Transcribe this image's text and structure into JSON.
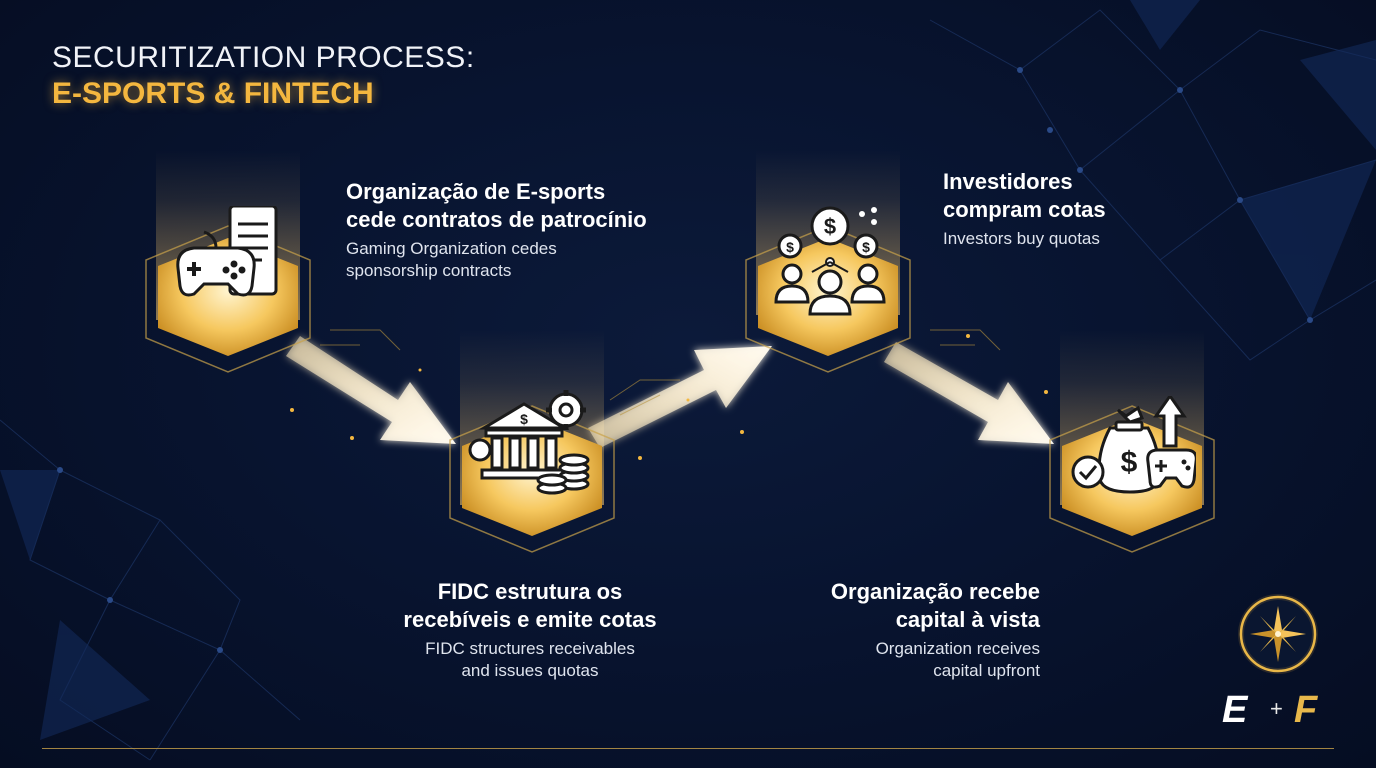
{
  "title": {
    "line1": "SECURITIZATION PROCESS:",
    "line2": "E-SPORTS & FINTECH"
  },
  "steps": [
    {
      "pt": "Organização de E-sports cede contratos de patrocínio",
      "pt_line1": "Organização de E-sports",
      "pt_line2": "cede contratos de patrocínio",
      "en_line1": "Gaming Organization cedes",
      "en_line2": "sponsorship contracts",
      "icon": "gamepad-contract-icon"
    },
    {
      "pt_line1": "FIDC estrutura os",
      "pt_line2": "recebíveis e emite cotas",
      "en_line1": "FIDC structures receivables",
      "en_line2": "and issues quotas",
      "icon": "bank-gear-coins-icon"
    },
    {
      "pt_line1": "Investidores",
      "pt_line2": "compram cotas",
      "en_line1": "Investors buy quotas",
      "icon": "investors-money-icon"
    },
    {
      "pt_line1": "Organização recebe",
      "pt_line2": "capital à vista",
      "en_line1": "Organization receives",
      "en_line2": "capital upfront",
      "icon": "money-bag-growth-icon"
    }
  ],
  "logo": {
    "e": "E",
    "plus": "+",
    "f": "F"
  },
  "colors": {
    "gold": "#f4b73f",
    "background": "#081430",
    "hex_fill": "#f6c85f"
  },
  "icons": [
    "compass-rose-icon"
  ]
}
